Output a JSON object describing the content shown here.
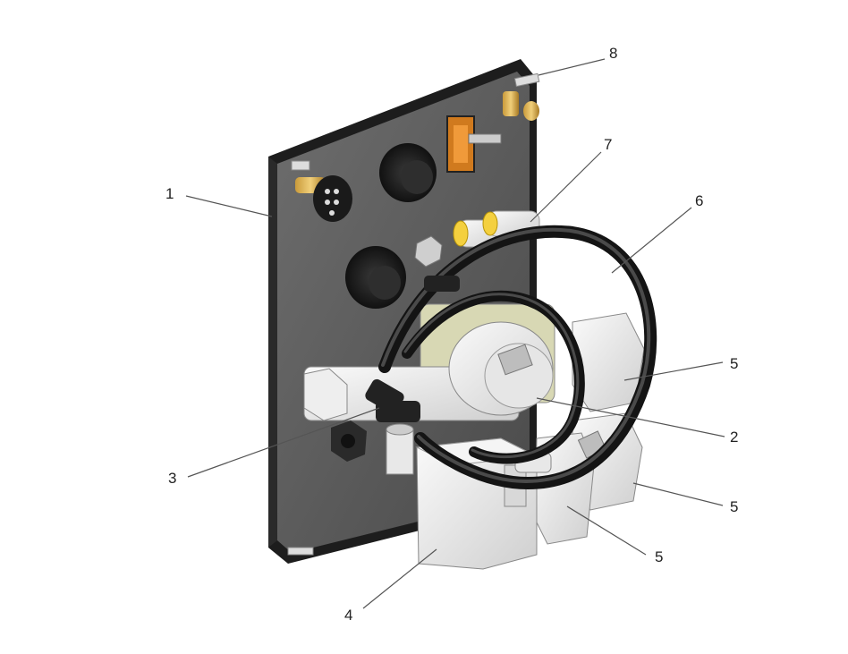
{
  "callouts": {
    "c1": "1",
    "c2": "2",
    "c3": "3",
    "c4": "4",
    "c5a": "5",
    "c5b": "5",
    "c5c": "5",
    "c6": "6",
    "c7": "7",
    "c8": "8"
  }
}
